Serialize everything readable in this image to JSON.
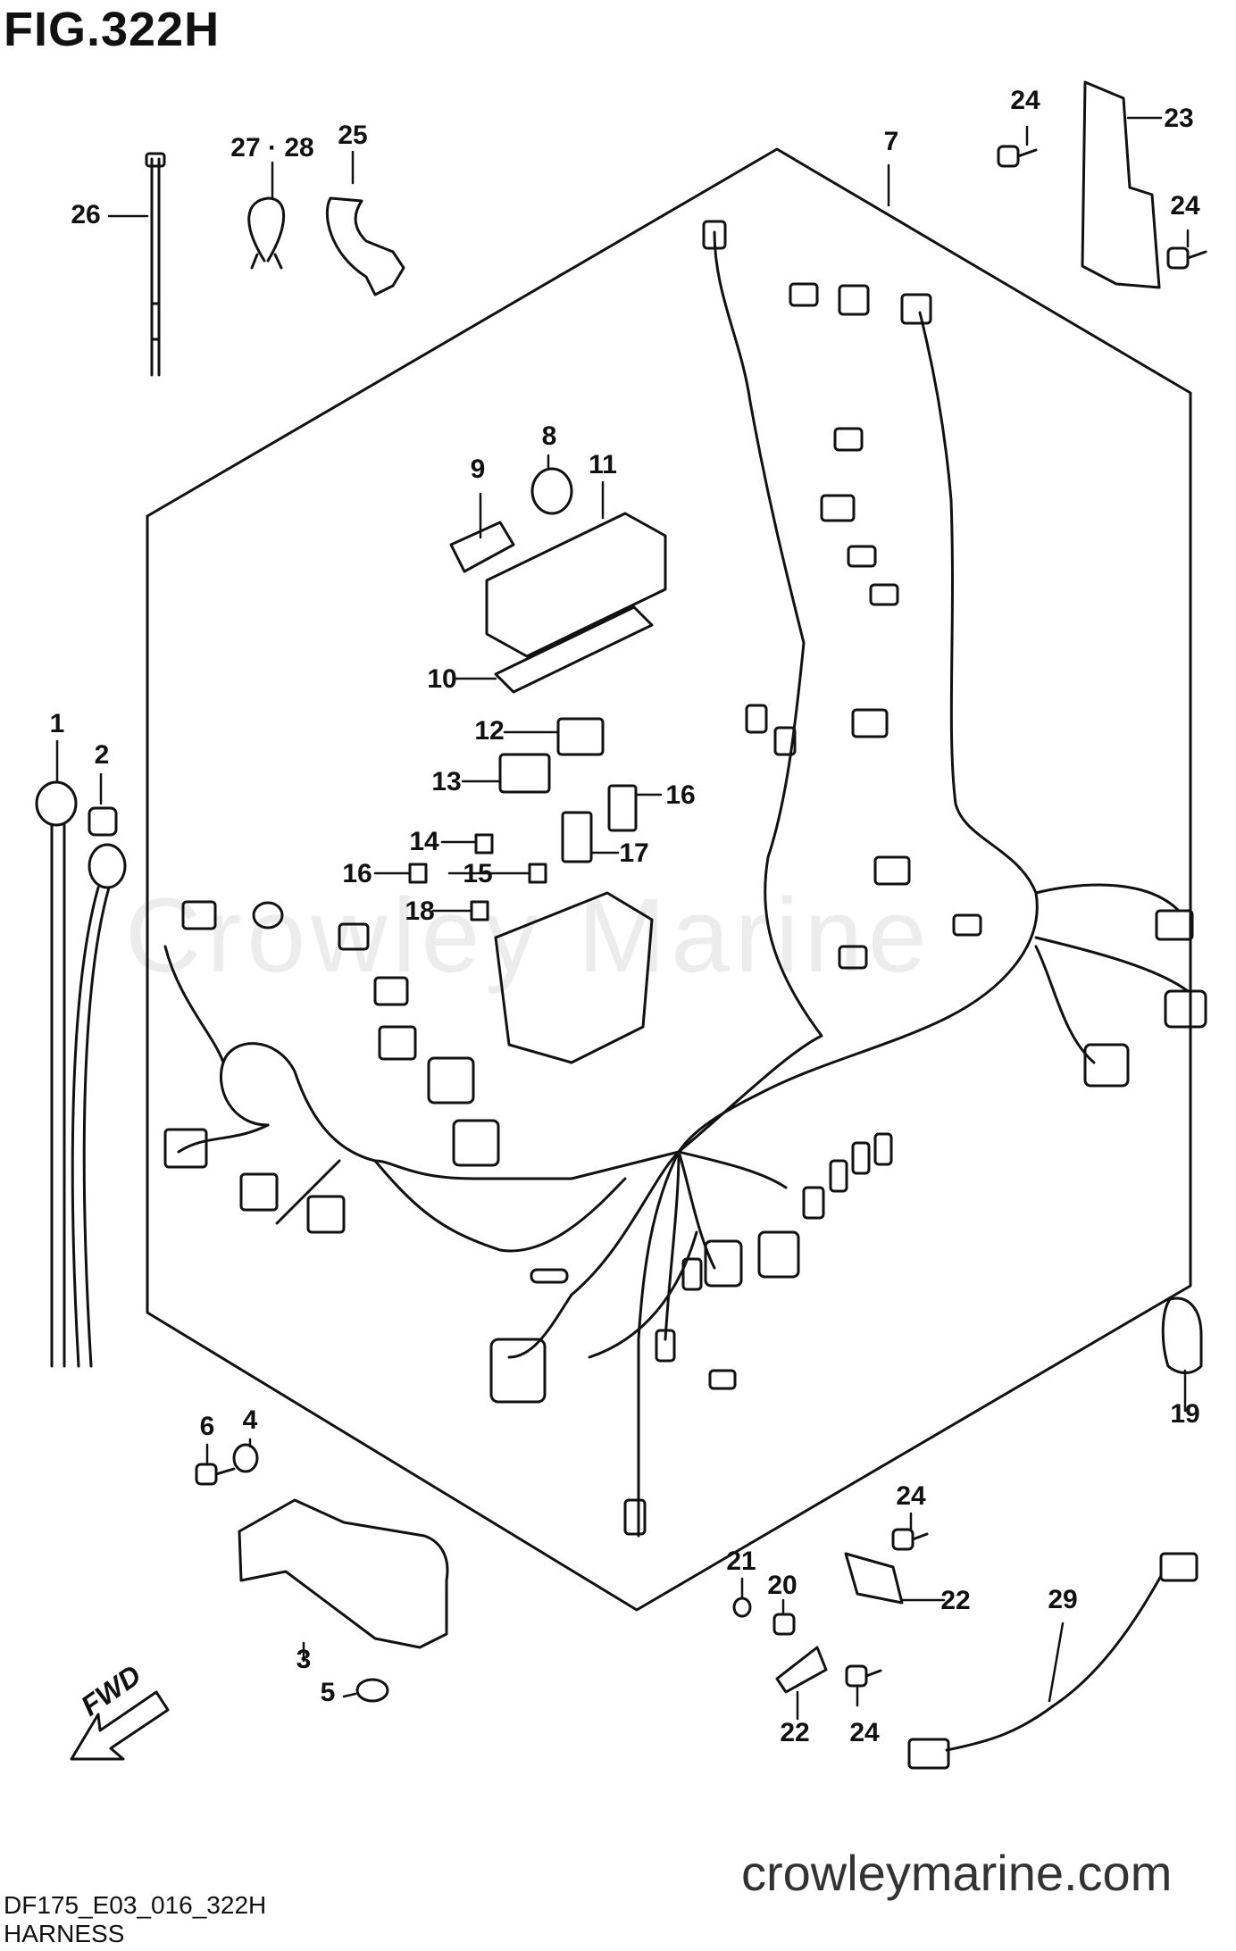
{
  "figure": {
    "title": "FIG.322H",
    "code": "DF175_E03_016_322H",
    "subtitle": "HARNESS"
  },
  "watermark": "Crowley Marine",
  "website": "crowleymarine.com",
  "fwd_label": "FWD",
  "callouts": {
    "c1": "1",
    "c2": "2",
    "c3": "3",
    "c4": "4",
    "c5": "5",
    "c6": "6",
    "c7": "7",
    "c8": "8",
    "c9": "9",
    "c10": "10",
    "c11": "11",
    "c12": "12",
    "c13": "13",
    "c14": "14",
    "c15": "15",
    "c16a": "16",
    "c16b": "16",
    "c17": "17",
    "c18": "18",
    "c19": "19",
    "c20": "20",
    "c21": "21",
    "c22a": "22",
    "c22b": "22",
    "c23": "23",
    "c24a": "24",
    "c24b": "24",
    "c24c": "24",
    "c24d": "24",
    "c25": "25",
    "c26": "26",
    "c2728": "27 · 28",
    "c29": "29"
  }
}
